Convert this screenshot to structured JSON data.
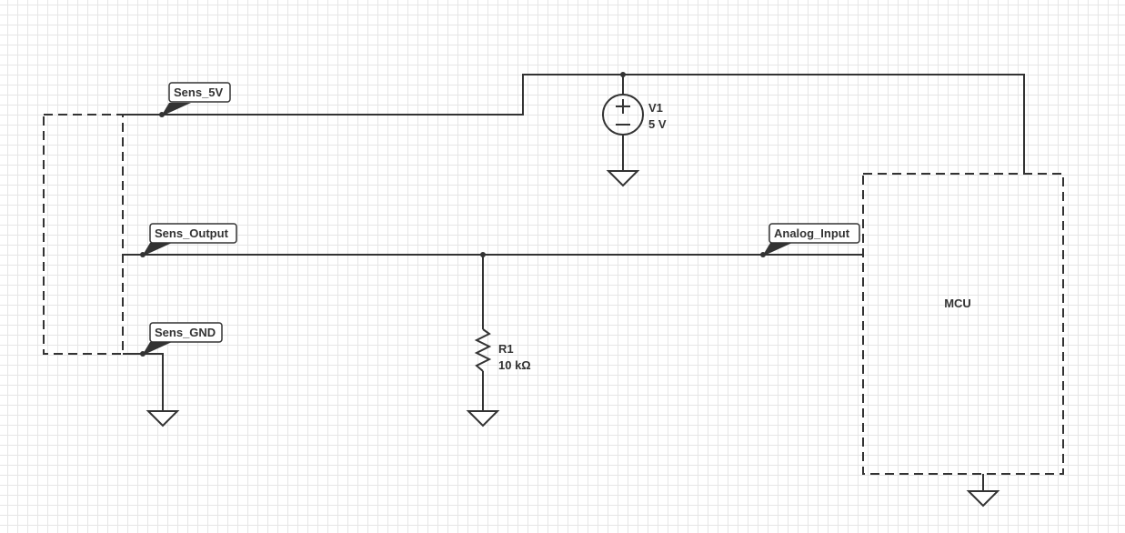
{
  "net_labels": {
    "sens_5v": "Sens_5V",
    "sens_output": "Sens_Output",
    "sens_gnd": "Sens_GND",
    "analog_input": "Analog_Input"
  },
  "components": {
    "v1": {
      "ref": "V1",
      "value": "5 V"
    },
    "r1": {
      "ref": "R1",
      "value": "10 kΩ"
    },
    "mcu": {
      "label": "MCU"
    }
  },
  "colors": {
    "wire": "#333333",
    "grid": "#e6e6e6",
    "background": "#ffffff"
  }
}
